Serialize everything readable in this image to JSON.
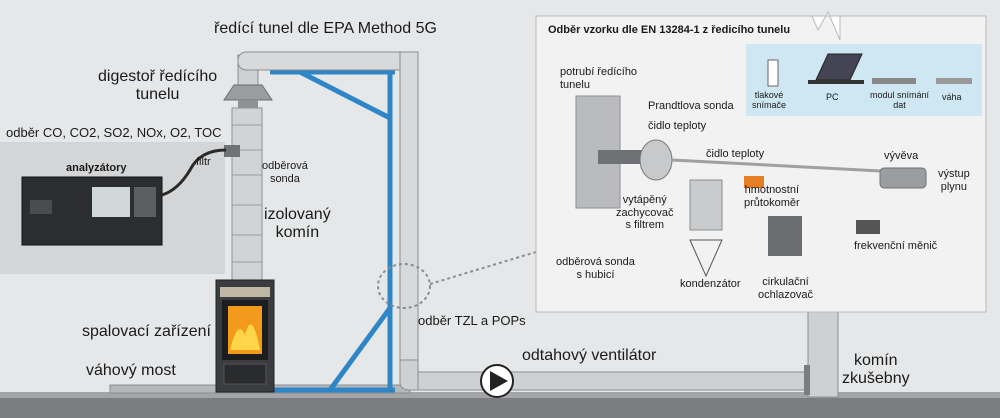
{
  "labels": {
    "dilution_tunnel": "ředící tunel dle EPA Method 5G",
    "hood": "digestoř ředícího\ntunelu",
    "sampling_gases": "odběr CO, CO2, SO2, NOx, O2, TOC",
    "analyzers": "analyzátory",
    "filter": "filtr",
    "sampling_probe": "odběrová\nsonda",
    "insulated_chimney": "izolovaný\nkomín",
    "combustion_device": "spalovací zařízení",
    "scale": "váhový most",
    "tzl_pops": "odběr TZL a POPs",
    "exhaust_fan": "odtahový ventilátor",
    "test_chimney": "komín\nzkušebny"
  },
  "detail": {
    "title": "Odběr vzorku  dle EN 13284-1 z ředicího tunelu",
    "tunnel_pipe": "potrubí ředícího\ntunelu",
    "prandtl": "Prandtlova sonda",
    "temp_sensor_1": "čidlo teploty",
    "temp_sensor_2": "čidlo teploty",
    "heated_trap": "vytápěný\nzachycovač\ns filtrem",
    "probe_nozzle": "odběrová sonda\ns hubicí",
    "condenser": "kondenzátor",
    "cooler": "cirkulační\nochlazovač",
    "mass_flow": "hmotnostní\nprůtokoměr",
    "vacuum_pump": "vývěva",
    "gas_outlet": "výstup\nplynu",
    "freq_converter": "frekvenční měnič"
  },
  "legend": {
    "pressure": "tlakové\nsnímače",
    "pc": "PC",
    "daq": "modul snímání\ndat",
    "balance": "váha"
  },
  "colors": {
    "blue_frame": "#2f86c6",
    "legend_bg": "#cfe6f3",
    "panel_bg": "#f2f2f2",
    "fire": "#f39a1c"
  }
}
